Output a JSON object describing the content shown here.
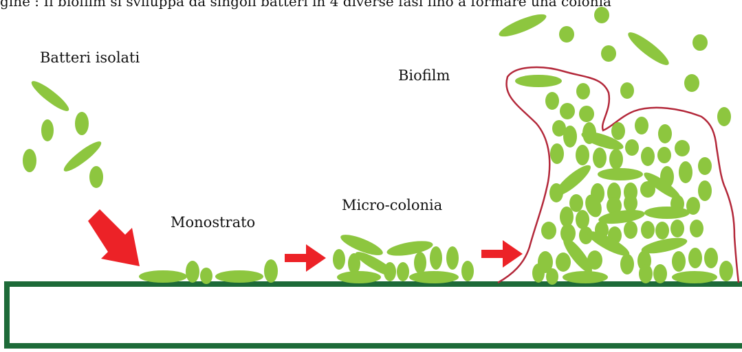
{
  "caption": "gine : Il biofilm si sviluppa da singoli batteri in 4 diverse fasi fino a formare una colonia",
  "labels": {
    "isolated": "Batteri isolati",
    "monolayer": "Monostrato",
    "microcolony": "Micro-colonia",
    "biofilm": "Biofilm"
  },
  "colors": {
    "bacteria": "#8dc63f",
    "arrow": "#ec2227",
    "substrate": "#1d6a38",
    "matrix_outline": "#b3283a"
  }
}
